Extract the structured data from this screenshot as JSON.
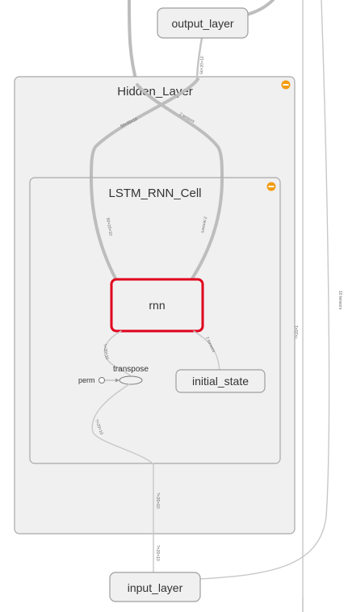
{
  "graph": {
    "groups": {
      "hidden_layer": {
        "title": "Hidden_Layer"
      },
      "lstm_cell": {
        "title": "LSTM_RNN_Cell"
      }
    },
    "nodes": {
      "output_layer": "output_layer",
      "rnn": "rnn",
      "transpose": "transpose",
      "perm": "perm",
      "initial_state": "initial_state",
      "input_layer": "input_layer"
    },
    "edge_labels": {
      "out_to_hidden": "50×20×10",
      "hidden_left": "50×20×10",
      "hidden_right": "2 tensors",
      "lstm_left": "50×20×10",
      "lstm_right": "2 tensors",
      "rnn_to_transpose": "?×20×10",
      "initial_to_rnn": "2 tensors",
      "transpose_in": "?×20×10",
      "lstm_in": "?×20×10",
      "input_in": "?×20×10",
      "right_far": "10 tensors",
      "right_near": "?×20×1"
    },
    "colors": {
      "selected": "#e0001b",
      "expand": "#f39c12"
    }
  }
}
